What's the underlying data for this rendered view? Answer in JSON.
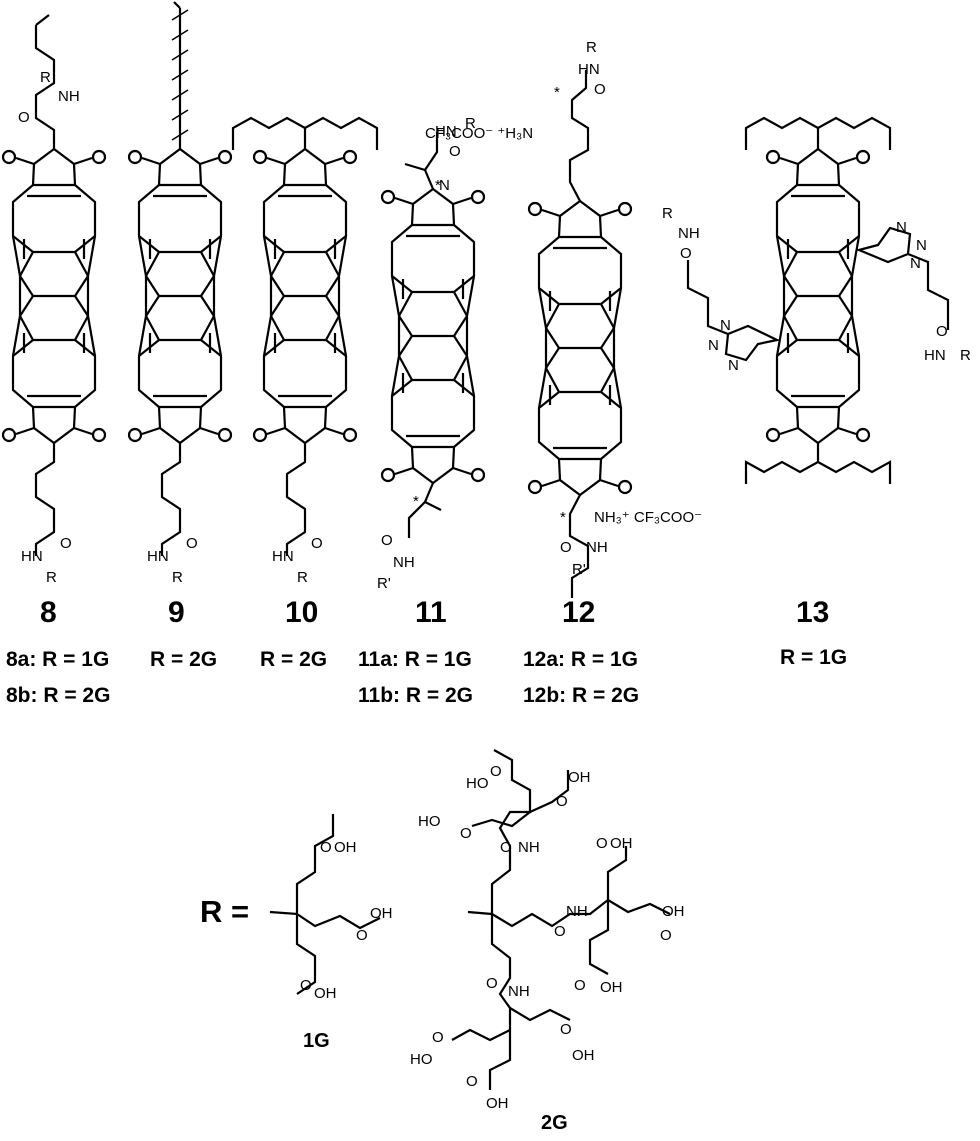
{
  "compounds": [
    {
      "number": "8",
      "variants": [
        "8a: R = 1G",
        "8b: R = 2G"
      ]
    },
    {
      "number": "9",
      "variants": [
        "R = 2G"
      ]
    },
    {
      "number": "10",
      "variants": [
        "R = 2G"
      ]
    },
    {
      "number": "11",
      "variants": [
        "11a: R = 1G",
        "11b: R = 2G"
      ]
    },
    {
      "number": "12",
      "variants": [
        "12a: R = 1G",
        "12b: R = 2G"
      ]
    },
    {
      "number": "13",
      "variants": [
        "R = 1G"
      ]
    }
  ],
  "atoms": {
    "R": "R",
    "Rp": "R'",
    "N": "N",
    "O": "O",
    "NH": "NH",
    "HN": "HN",
    "OH": "OH",
    "HO": "HO",
    "star": "*",
    "tfa": "CF3COO⁻",
    "tfa_left": "CF3COO⁻ ⁺H3N",
    "nh3": "NH3⁺"
  },
  "r_definition": {
    "label": "R =",
    "g1": "1G",
    "g2": "2G"
  }
}
